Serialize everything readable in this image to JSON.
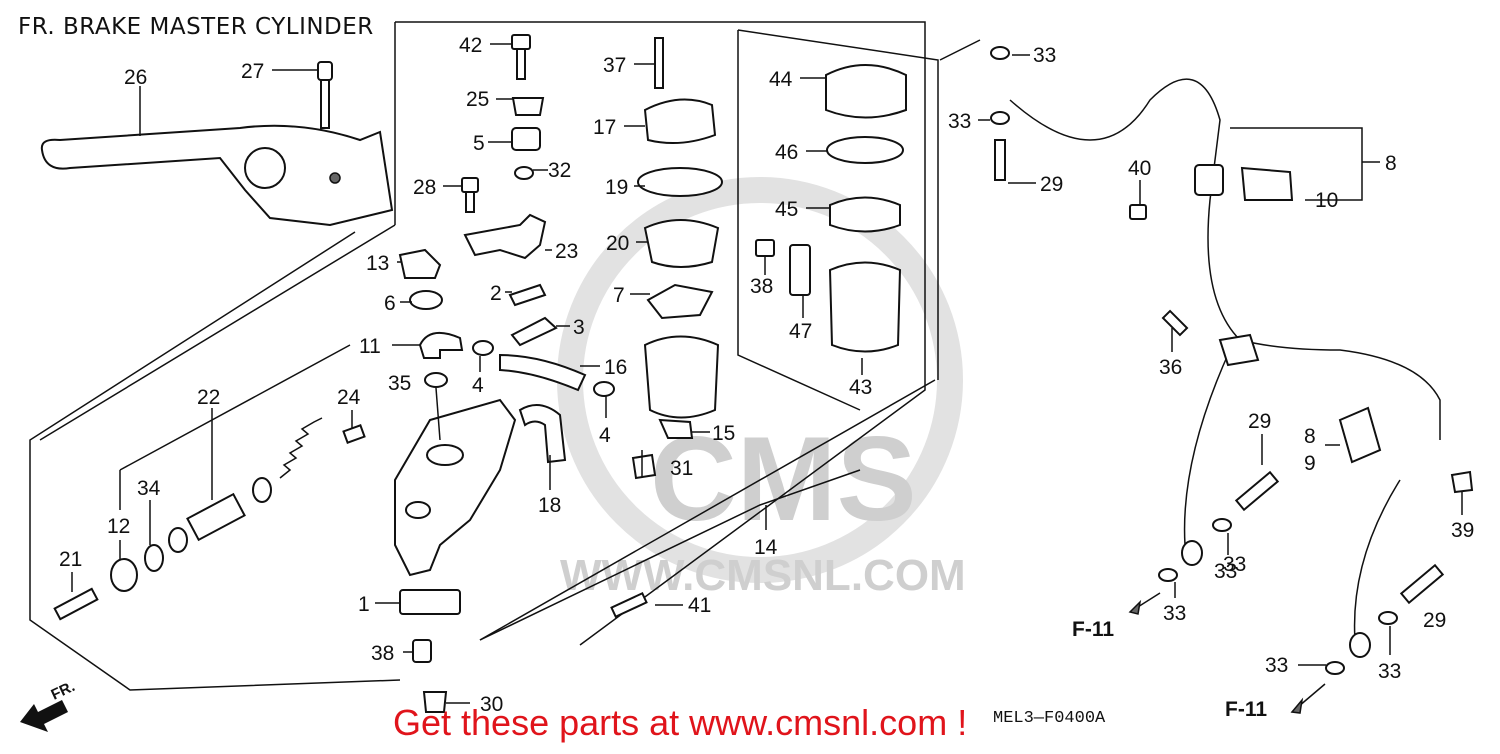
{
  "title": "FR. BRAKE MASTER CYLINDER",
  "diagram_code": "MEL3—F0400A",
  "direction_label": "FR.",
  "watermark": {
    "brand": "CMS",
    "url": "WWW.CMSNL.COM"
  },
  "promo_text": "Get these parts at www.cmsnl.com !",
  "reference_labels": [
    "F-11",
    "F-11"
  ],
  "callouts": [
    "42",
    "37",
    "27",
    "26",
    "44",
    "33",
    "33",
    "25",
    "5",
    "17",
    "32",
    "28",
    "19",
    "46",
    "45",
    "29",
    "40",
    "8",
    "10",
    "23",
    "20",
    "13",
    "2",
    "38",
    "7",
    "6",
    "3",
    "47",
    "11",
    "16",
    "36",
    "43",
    "4",
    "35",
    "24",
    "22",
    "4",
    "15",
    "29",
    "8",
    "9",
    "31",
    "34",
    "18",
    "12",
    "14",
    "39",
    "21",
    "33",
    "33",
    "41",
    "33",
    "29",
    "1",
    "38",
    "33",
    "33",
    "30"
  ],
  "colors": {
    "promo": "#e0141b",
    "line": "#111111",
    "watermark": "#cfcfcf"
  }
}
